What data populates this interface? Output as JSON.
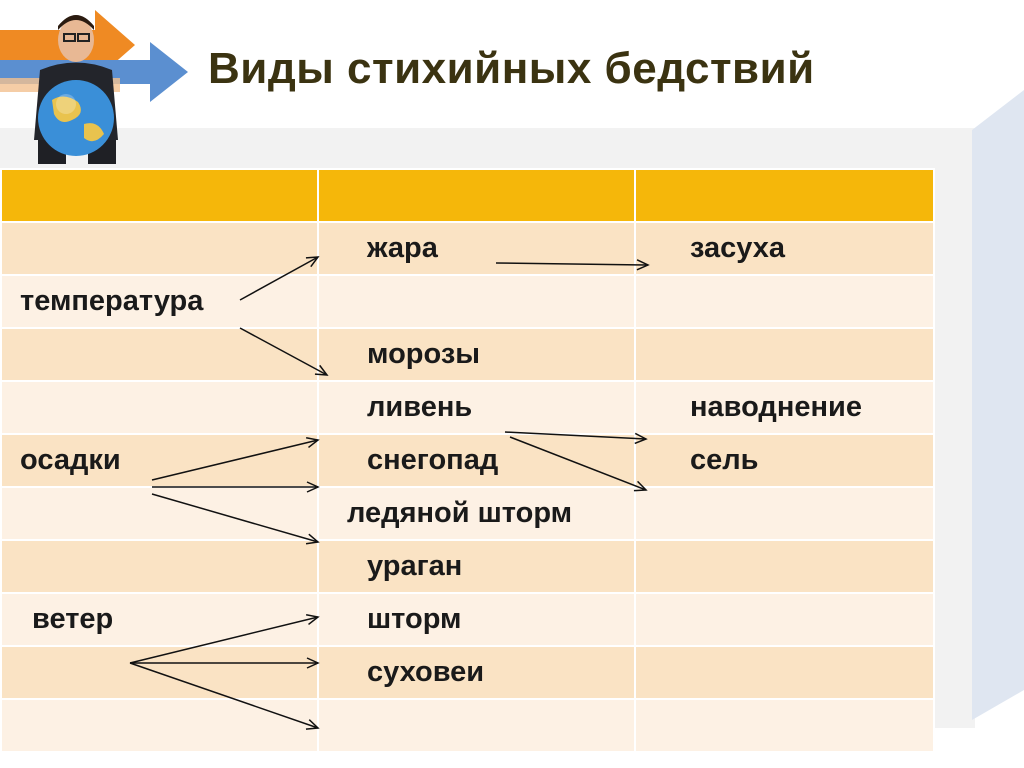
{
  "title": "Виды стихийных бедствий",
  "colors": {
    "header": "#f5b70a",
    "row_dark": "#fae3c4",
    "row_light": "#fdf1e4",
    "title": "#3b3311"
  },
  "icons": [
    "man-with-globe-icon",
    "orange-arrow-icon",
    "blue-arrow-icon"
  ],
  "table": {
    "header": [
      "",
      "",
      ""
    ],
    "rows": [
      [
        "",
        "жара",
        "засуха"
      ],
      [
        "температура",
        "",
        ""
      ],
      [
        "",
        "морозы",
        ""
      ],
      [
        "",
        "ливень",
        "наводнение"
      ],
      [
        "осадки",
        "снегопад",
        "сель"
      ],
      [
        "",
        "ледяной шторм",
        ""
      ],
      [
        "",
        "ураган",
        ""
      ],
      [
        "ветер",
        "шторм",
        ""
      ],
      [
        "",
        "суховеи",
        ""
      ],
      [
        "",
        "",
        ""
      ]
    ]
  }
}
